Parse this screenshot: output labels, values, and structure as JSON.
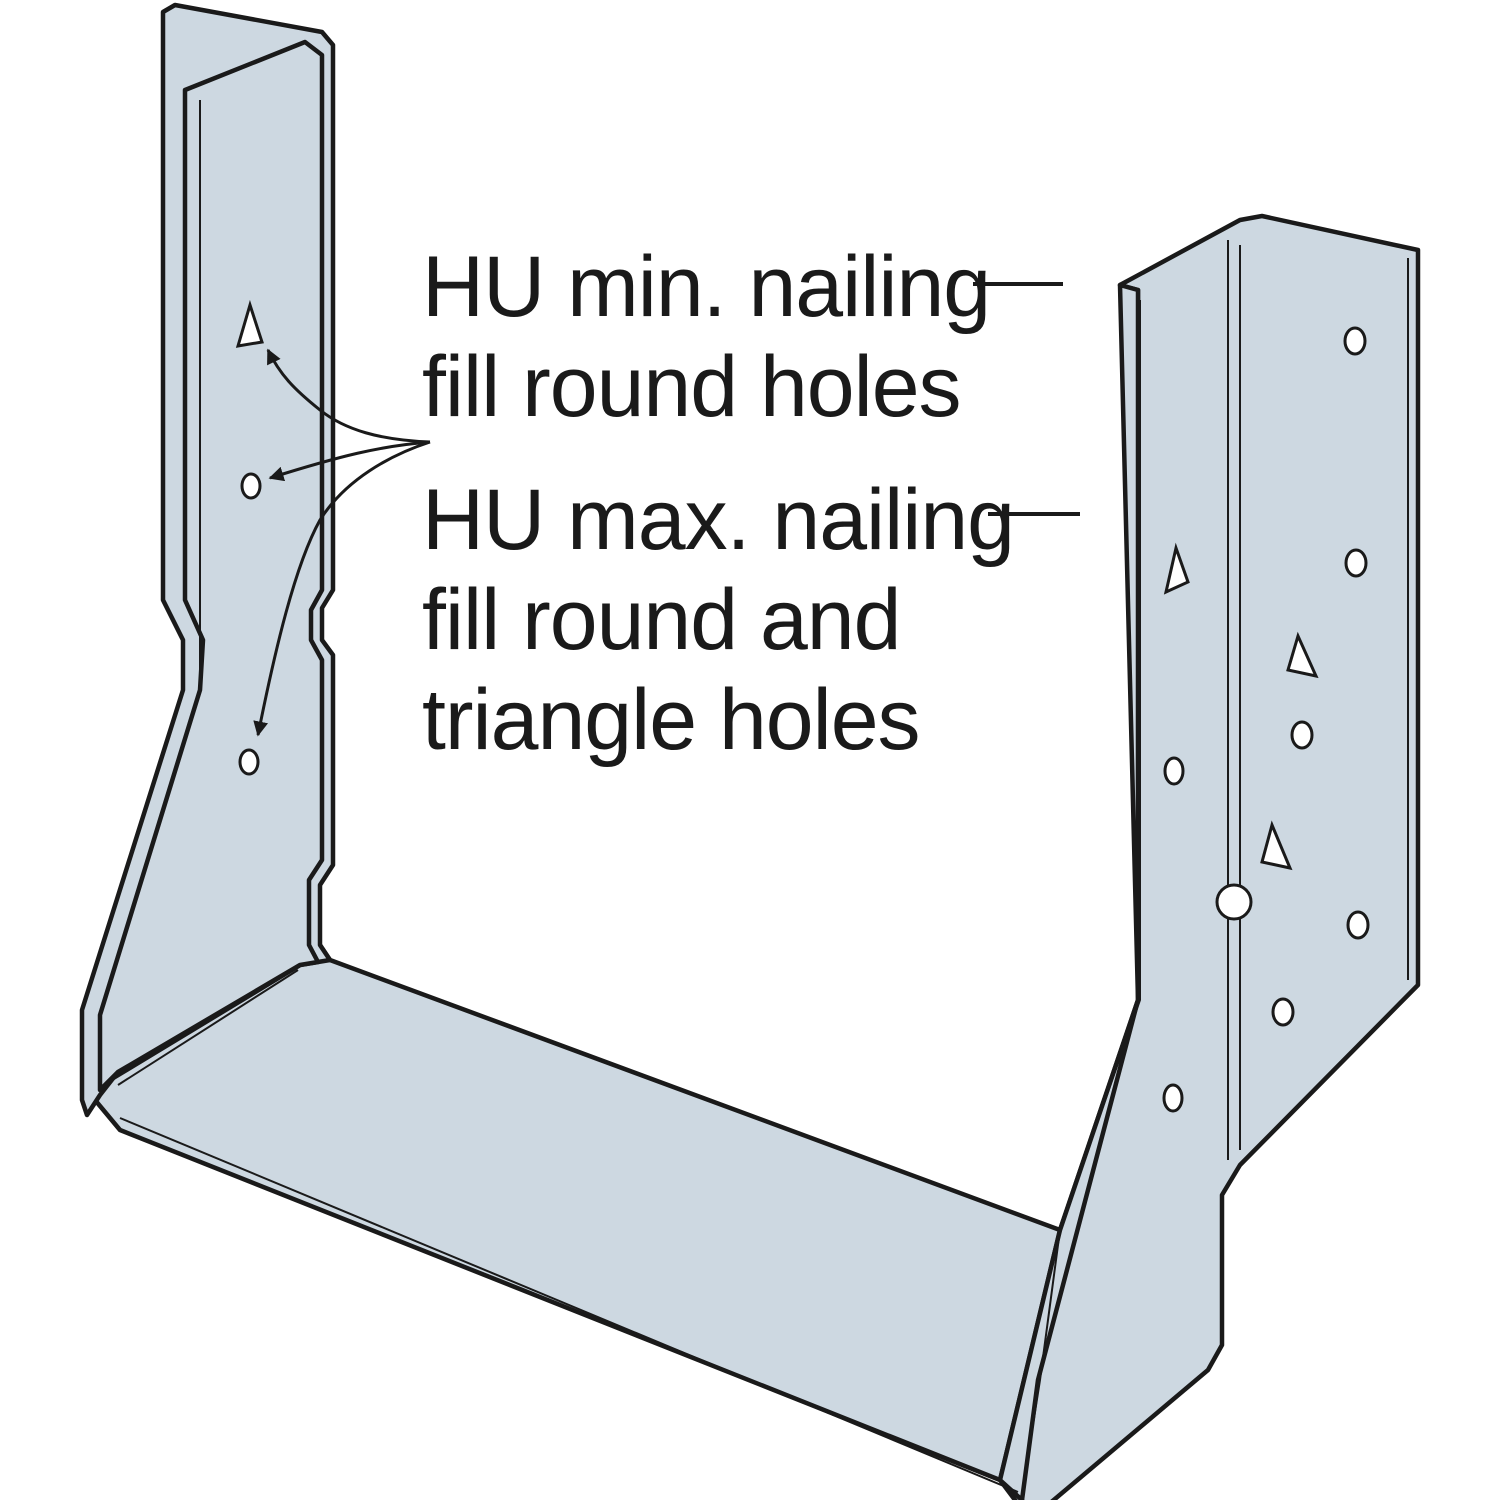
{
  "colors": {
    "metal_fill": "#cdd8e1",
    "outline": "#1a1a1a",
    "text": "#1a1a1a",
    "background": "#ffffff"
  },
  "annotations": {
    "min_nailing": {
      "line1": "HU min. nailing",
      "line2": "fill round holes"
    },
    "max_nailing": {
      "line1": "HU max. nailing",
      "line2": "fill round and",
      "line3": "triangle holes"
    }
  }
}
